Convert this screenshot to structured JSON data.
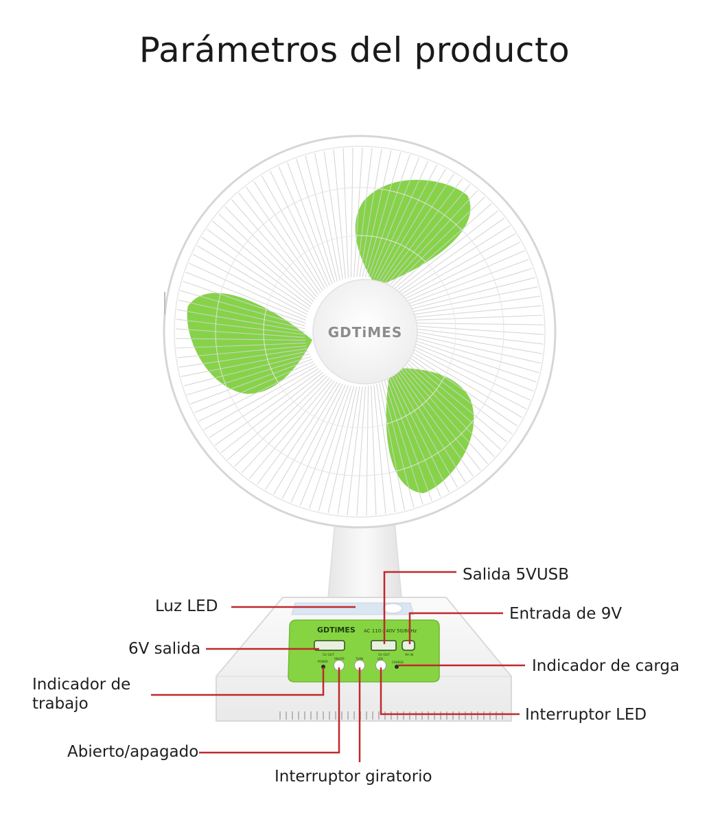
{
  "title": "Parámetros del producto",
  "product": {
    "brand": "GDTiMES",
    "panel_spec": "AC 110-240V 50/60Hz",
    "panel_labels": [
      "5V OUT",
      "5V OUT",
      "9V IN",
      "POWER",
      "ON/OFF",
      "TURN",
      "LED",
      "CHARGE"
    ]
  },
  "labels": {
    "luz_led": "Luz LED",
    "salida_6v": "6V salida",
    "indicador_trabajo": "Indicador de trabajo",
    "abierto_apagado": "Abierto/apagado",
    "interruptor_giratorio": "Interruptor giratorio",
    "salida_usb": "Salida 5VUSB",
    "entrada_9v": "Entrada de 9V",
    "indicador_carga": "Indicador de carga",
    "interruptor_led": "Interruptor LED"
  },
  "colors": {
    "blade_green": "#7fd13f",
    "panel_green": "#86d442",
    "callout_red": "#c0282c",
    "body_white": "#f4f4f4"
  }
}
